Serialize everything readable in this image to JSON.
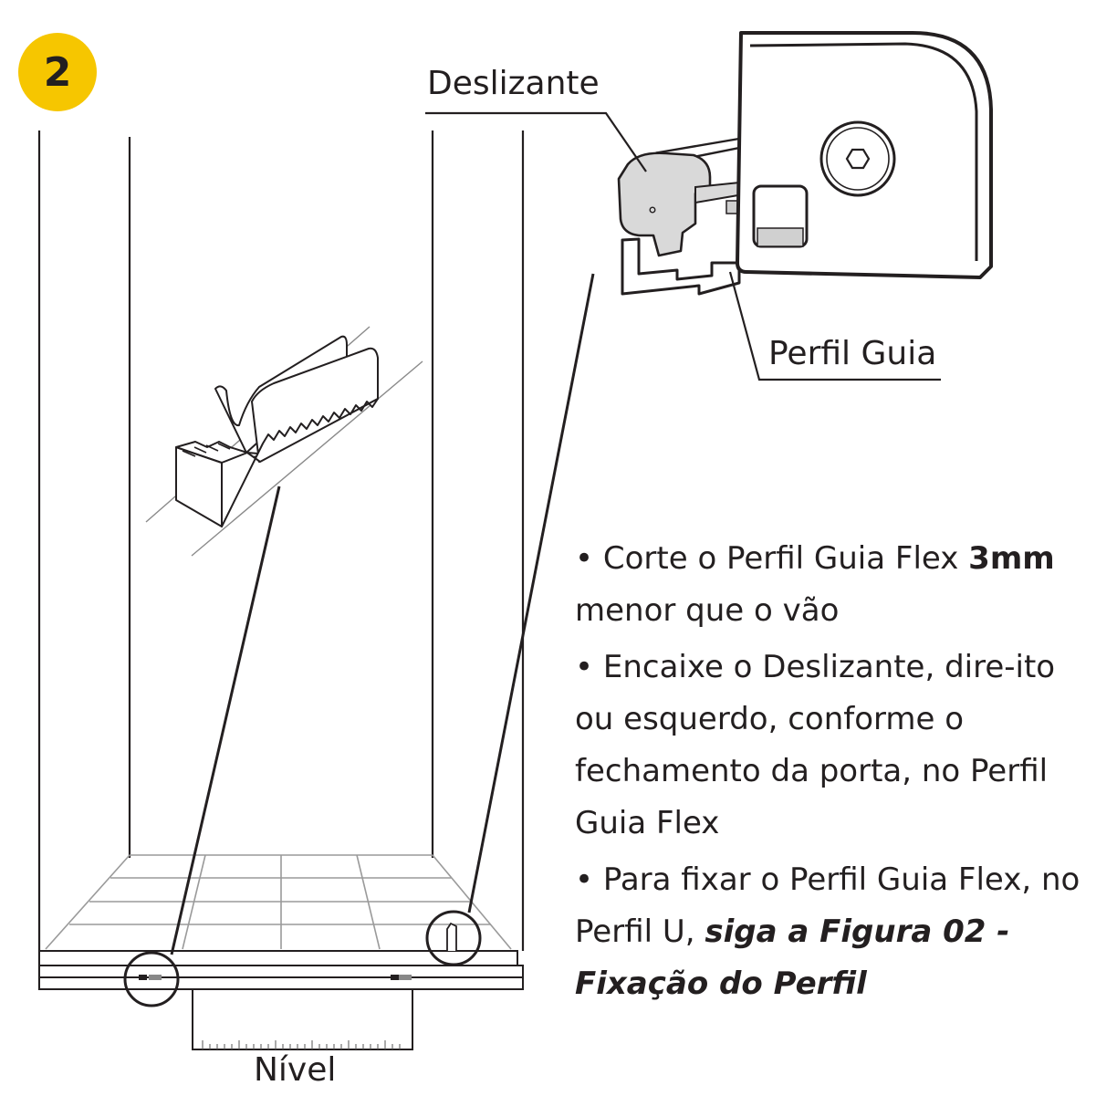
{
  "step_number": "2",
  "colors": {
    "badge": "#f6c600",
    "ink": "#231f20",
    "gray": "#8a8a8a",
    "light_gray": "#c8c8c8",
    "part_fill": "#d9d9d9"
  },
  "labels": {
    "deslizante": "Deslizante",
    "perfil_guia": "Perfil Guia",
    "nivel": "Nível"
  },
  "instructions": [
    {
      "parts": [
        {
          "text": "• Corte o Perfil Guia Flex ",
          "style": "normal"
        },
        {
          "text": "3mm",
          "style": "bold"
        },
        {
          "text": " menor que o vão",
          "style": "normal"
        }
      ]
    },
    {
      "parts": [
        {
          "text": "• Encaixe o Deslizante, dire-ito ou esquerdo, conforme o fechamento da porta, no Perfil Guia Flex",
          "style": "normal"
        }
      ]
    },
    {
      "parts": [
        {
          "text": "• Para fixar o Perfil Guia Flex, no Perfil U, ",
          "style": "normal"
        },
        {
          "text": "siga a Figura 02 - Fixação do Perfil",
          "style": "bold-italic"
        }
      ]
    }
  ]
}
